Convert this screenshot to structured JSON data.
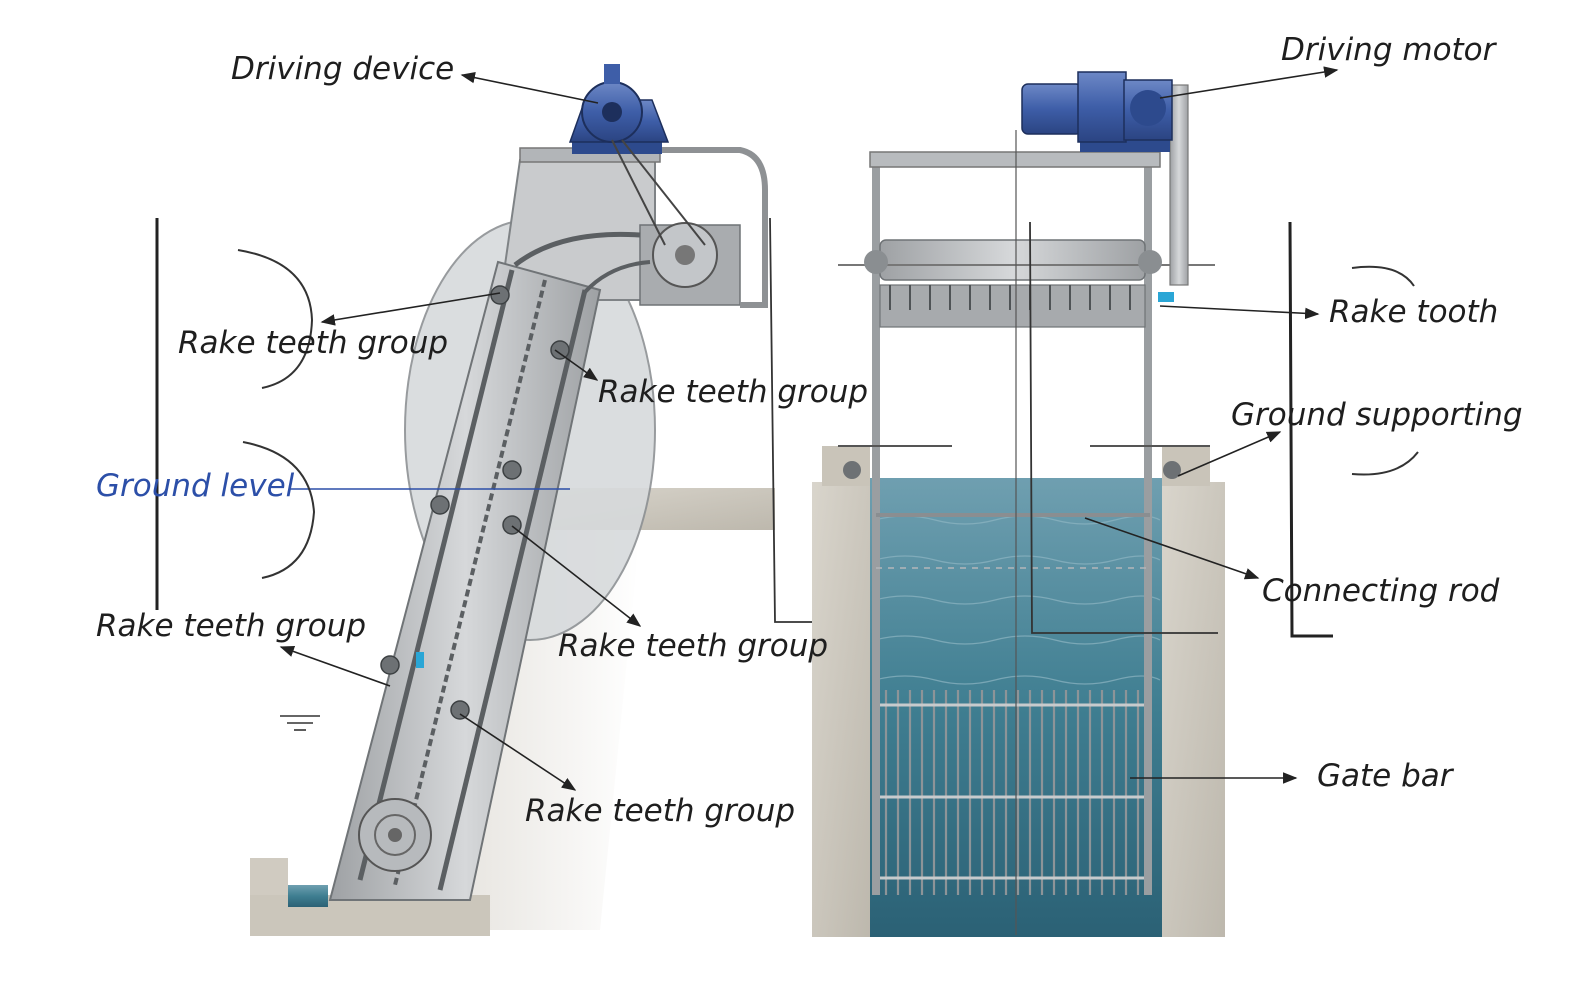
{
  "labels": {
    "driving_device": "Driving device",
    "driving_motor": "Driving motor",
    "rake_teeth_group_1": "Rake teeth group",
    "rake_teeth_group_2": "Rake teeth group",
    "rake_teeth_group_3": "Rake teeth group",
    "rake_teeth_group_4": "Rake teeth group",
    "rake_teeth_group_5": "Rake teeth group",
    "ground_level": "Ground level",
    "rake_tooth": "Rake tooth",
    "ground_supporting": "Ground supporting",
    "connecting_rod": "Connecting rod",
    "gate_bar": "Gate bar"
  },
  "colors": {
    "ground_level_label": "#2c4fa8",
    "water": "#3f7e91",
    "concrete": "#cfcac0",
    "steel": "#b9bbbd",
    "motor": "#3e5ea8"
  }
}
